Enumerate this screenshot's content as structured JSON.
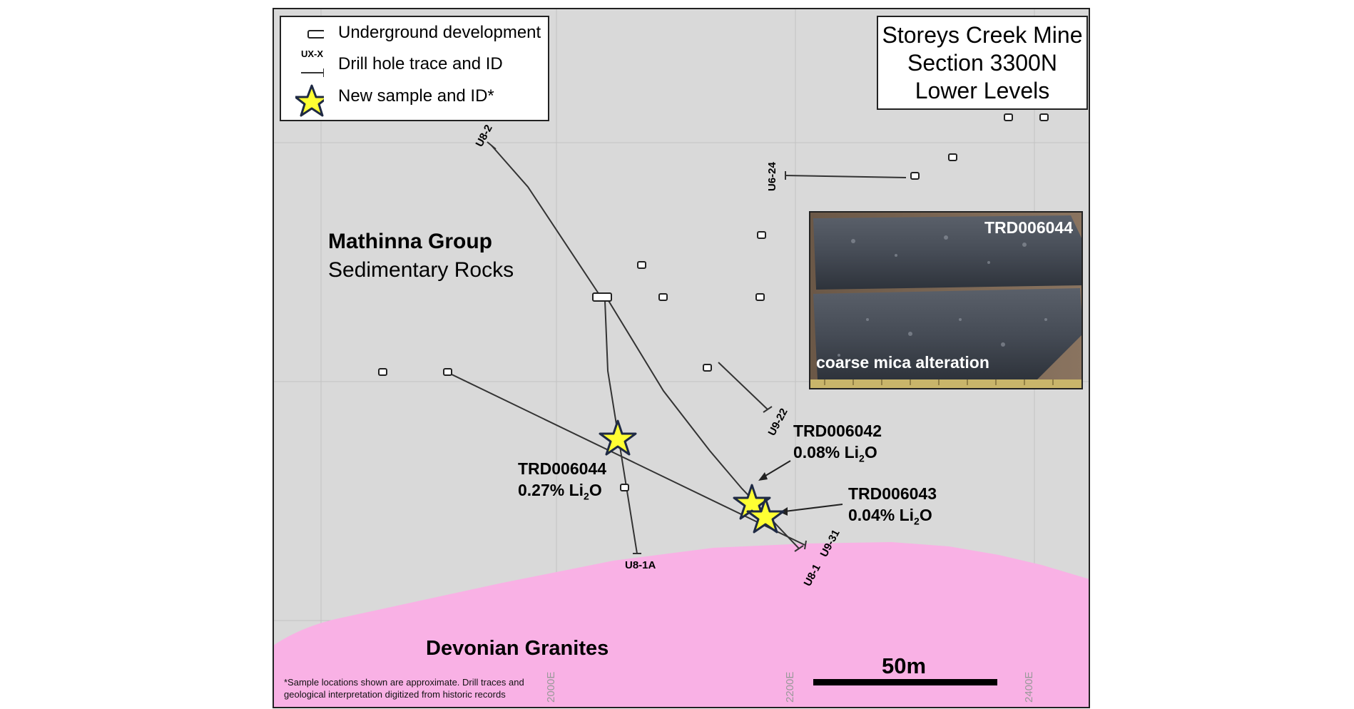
{
  "legend": {
    "underground": "Underground development",
    "drill_tag": "UX-X",
    "drill": "Drill hole trace and ID",
    "sample": "New sample and ID*"
  },
  "title": {
    "line1": "Storeys Creek Mine",
    "line2": "Section 3300N",
    "line3": "Lower Levels"
  },
  "units": {
    "group_name": "Mathinna Group",
    "group_desc": "Sedimentary Rocks",
    "granite": "Devonian Granites"
  },
  "drill_holes": [
    "U8-2",
    "U6-24",
    "U9-22",
    "U8-1A",
    "U8-1",
    "U9-31"
  ],
  "samples": [
    {
      "id": "TRD006044",
      "value": "0.27% Li",
      "sub": "2",
      "suffix": "O"
    },
    {
      "id": "TRD006042",
      "value": "0.08% Li",
      "sub": "2",
      "suffix": "O"
    },
    {
      "id": "TRD006043",
      "value": "0.04% Li",
      "sub": "2",
      "suffix": "O"
    }
  ],
  "inset": {
    "id": "TRD006044",
    "caption": "coarse mica alteration"
  },
  "footnote": {
    "line1": "*Sample locations shown are approximate. Drill traces and",
    "line2": "geological interpretation digitized from historic records"
  },
  "scale": "50m",
  "grid_labels": [
    "2000E",
    "2200E",
    "2400E"
  ],
  "colors": {
    "background": "#d9d9d9",
    "granite": "#f9b1e5",
    "star_fill": "#ffff33",
    "star_stroke": "#1f2a44"
  }
}
